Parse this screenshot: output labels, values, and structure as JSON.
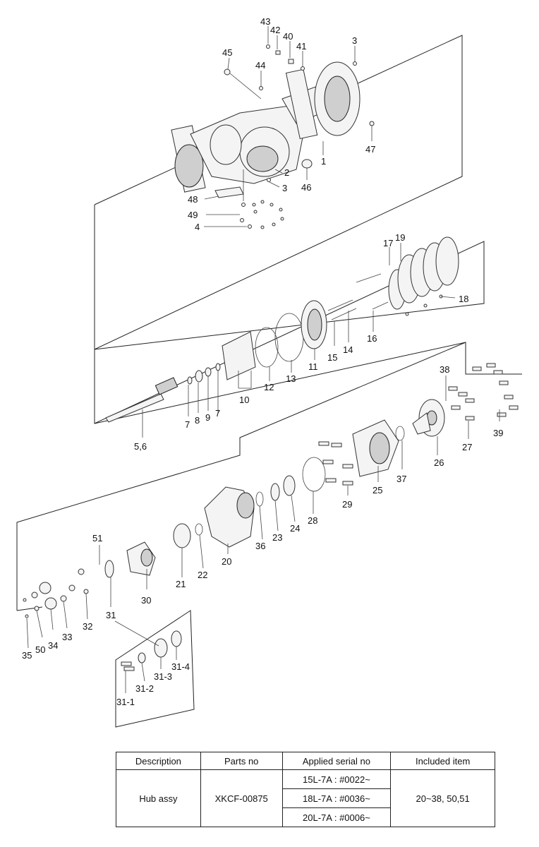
{
  "callouts": [
    {
      "id": "c45",
      "text": "45"
    },
    {
      "id": "c43",
      "text": "43"
    },
    {
      "id": "c42",
      "text": "42"
    },
    {
      "id": "c40",
      "text": "40"
    },
    {
      "id": "c41",
      "text": "41"
    },
    {
      "id": "c3a",
      "text": "3"
    },
    {
      "id": "c44",
      "text": "44"
    },
    {
      "id": "c47",
      "text": "47"
    },
    {
      "id": "c1",
      "text": "1"
    },
    {
      "id": "c2",
      "text": "2"
    },
    {
      "id": "c3b",
      "text": "3"
    },
    {
      "id": "c46",
      "text": "46"
    },
    {
      "id": "c48",
      "text": "48"
    },
    {
      "id": "c49",
      "text": "49"
    },
    {
      "id": "c4",
      "text": "4"
    },
    {
      "id": "c17",
      "text": "17"
    },
    {
      "id": "c19",
      "text": "19"
    },
    {
      "id": "c18",
      "text": "18"
    },
    {
      "id": "c16",
      "text": "16"
    },
    {
      "id": "c15",
      "text": "15"
    },
    {
      "id": "c14",
      "text": "14"
    },
    {
      "id": "c11",
      "text": "11"
    },
    {
      "id": "c13",
      "text": "13"
    },
    {
      "id": "c12",
      "text": "12"
    },
    {
      "id": "c10",
      "text": "10"
    },
    {
      "id": "c7a",
      "text": "7"
    },
    {
      "id": "c8",
      "text": "8"
    },
    {
      "id": "c9",
      "text": "9"
    },
    {
      "id": "c7b",
      "text": "7"
    },
    {
      "id": "c56",
      "text": "5,6"
    },
    {
      "id": "c38",
      "text": "38"
    },
    {
      "id": "c39",
      "text": "39"
    },
    {
      "id": "c27",
      "text": "27"
    },
    {
      "id": "c26",
      "text": "26"
    },
    {
      "id": "c37",
      "text": "37"
    },
    {
      "id": "c25",
      "text": "25"
    },
    {
      "id": "c29",
      "text": "29"
    },
    {
      "id": "c28",
      "text": "28"
    },
    {
      "id": "c24",
      "text": "24"
    },
    {
      "id": "c23",
      "text": "23"
    },
    {
      "id": "c36",
      "text": "36"
    },
    {
      "id": "c20",
      "text": "20"
    },
    {
      "id": "c22",
      "text": "22"
    },
    {
      "id": "c21",
      "text": "21"
    },
    {
      "id": "c30",
      "text": "30"
    },
    {
      "id": "c51",
      "text": "51"
    },
    {
      "id": "c31",
      "text": "31"
    },
    {
      "id": "c32",
      "text": "32"
    },
    {
      "id": "c33",
      "text": "33"
    },
    {
      "id": "c34",
      "text": "34"
    },
    {
      "id": "c50",
      "text": "50"
    },
    {
      "id": "c35",
      "text": "35"
    },
    {
      "id": "c314",
      "text": "31-4"
    },
    {
      "id": "c313",
      "text": "31-3"
    },
    {
      "id": "c312",
      "text": "31-2"
    },
    {
      "id": "c311",
      "text": "31-1"
    }
  ],
  "table": {
    "headers": [
      "Description",
      "Parts no",
      "Applied serial no",
      "Included item"
    ],
    "row": {
      "description": "Hub assy",
      "parts_no": "XKCF-00875",
      "serials": [
        "15L-7A : #0022~",
        "18L-7A : #0036~",
        "20L-7A : #0006~"
      ],
      "included": "20~38, 50,51"
    }
  }
}
